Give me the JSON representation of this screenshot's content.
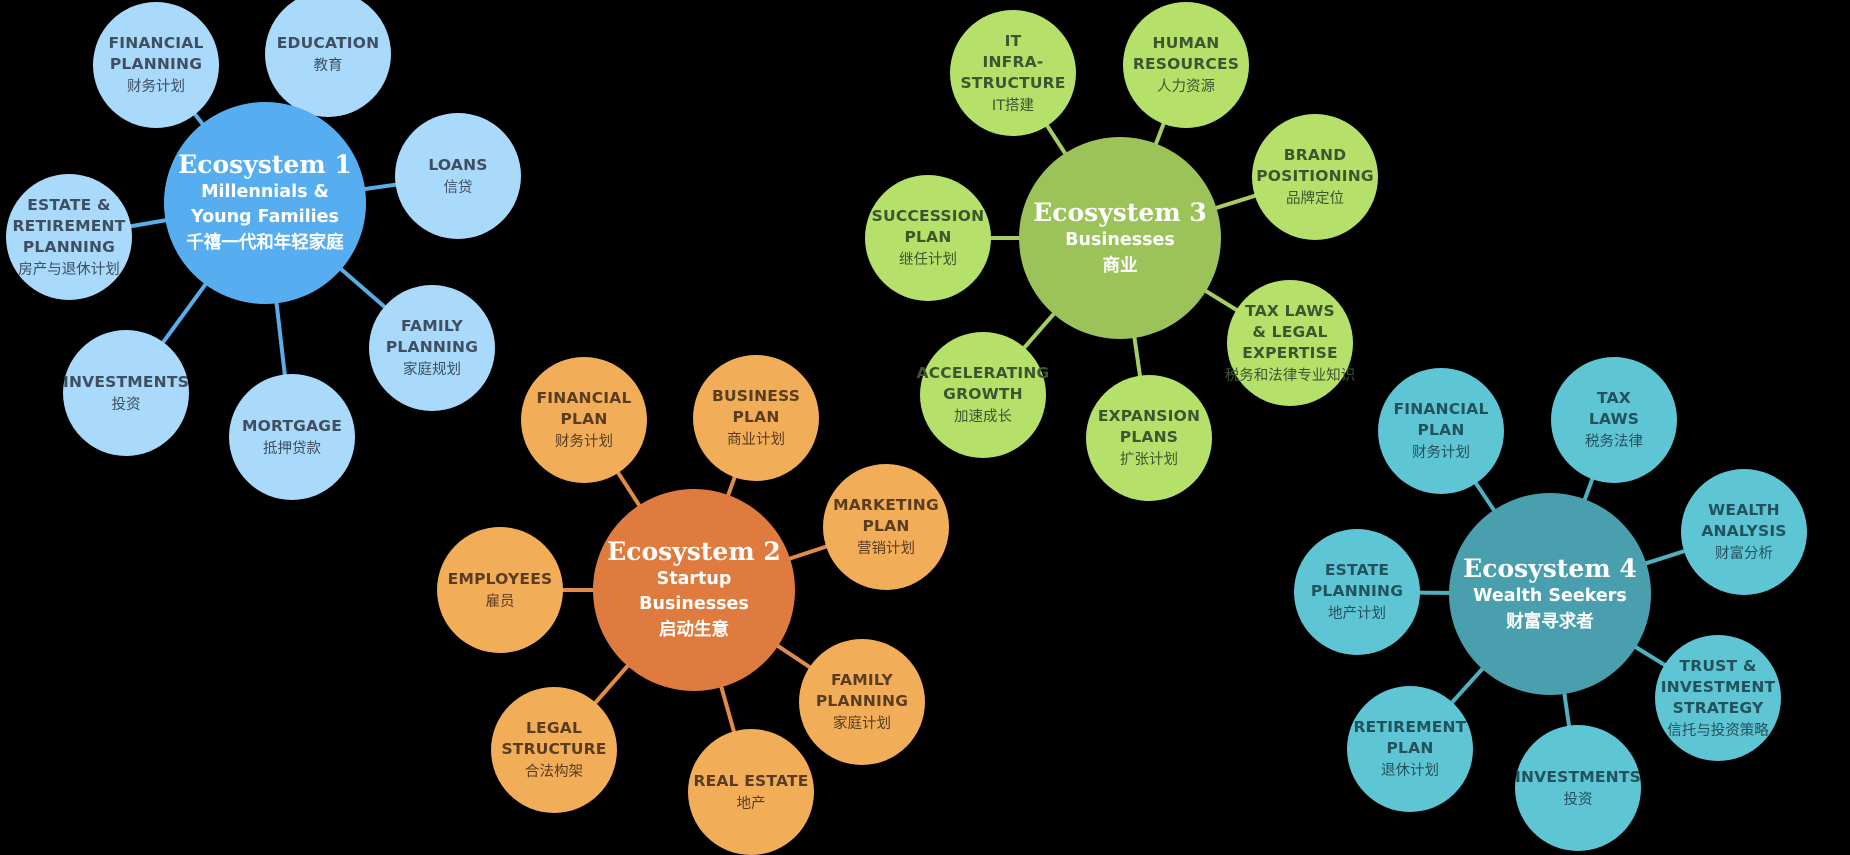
{
  "colors": {
    "background": "#000000",
    "ecosystem_1": {
      "hub": "#56aef0",
      "leaf": "#a9d9fb",
      "link": "#5aaee8"
    },
    "ecosystem_2": {
      "hub": "#df7b3e",
      "leaf": "#f2ad58",
      "link": "#e08c48"
    },
    "ecosystem_3": {
      "hub": "#9bc35a",
      "leaf": "#b5e16a",
      "link": "#a7cd64"
    },
    "ecosystem_4": {
      "hub": "#4a9fae",
      "leaf": "#5ec5d5",
      "link": "#4fb0c0"
    }
  },
  "ecosystems": [
    {
      "hub": {
        "title": "Ecosystem 1",
        "subtitle": "Millennials &\nYoung Families",
        "subtitle_zh": "千禧一代和年轻家庭"
      },
      "nodes": [
        {
          "en": "FINANCIAL\nPLANNING",
          "zh": "财务计划"
        },
        {
          "en": "EDUCATION",
          "zh": "教育"
        },
        {
          "en": "LOANS",
          "zh": "信贷"
        },
        {
          "en": "FAMILY\nPLANNING",
          "zh": "家庭规划"
        },
        {
          "en": "MORTGAGE",
          "zh": "抵押贷款"
        },
        {
          "en": "INVESTMENTS",
          "zh": "投资"
        },
        {
          "en": "ESTATE &\nRETIREMENT\nPLANNING",
          "zh": "房产与退休计划"
        }
      ]
    },
    {
      "hub": {
        "title": "Ecosystem 2",
        "subtitle": "Startup\nBusinesses",
        "subtitle_zh": "启动生意"
      },
      "nodes": [
        {
          "en": "FINANCIAL\nPLAN",
          "zh": "财务计划"
        },
        {
          "en": "BUSINESS\nPLAN",
          "zh": "商业计划"
        },
        {
          "en": "MARKETING\nPLAN",
          "zh": "营销计划"
        },
        {
          "en": "FAMILY\nPLANNING",
          "zh": "家庭计划"
        },
        {
          "en": "REAL ESTATE",
          "zh": "地产"
        },
        {
          "en": "LEGAL\nSTRUCTURE",
          "zh": "合法构架"
        },
        {
          "en": "EMPLOYEES",
          "zh": "雇员"
        }
      ]
    },
    {
      "hub": {
        "title": "Ecosystem 3",
        "subtitle": "Businesses",
        "subtitle_zh": "商业"
      },
      "nodes": [
        {
          "en": "IT\nINFRA-\nSTRUCTURE",
          "zh": "IT搭建"
        },
        {
          "en": "HUMAN\nRESOURCES",
          "zh": "人力资源"
        },
        {
          "en": "BRAND\nPOSITIONING",
          "zh": "品牌定位"
        },
        {
          "en": "TAX LAWS\n& LEGAL\nEXPERTISE",
          "zh": "税务和法律专业知识"
        },
        {
          "en": "EXPANSION\nPLANS",
          "zh": "扩张计划"
        },
        {
          "en": "ACCELERATING\nGROWTH",
          "zh": "加速成长"
        },
        {
          "en": "SUCCESSION\nPLAN",
          "zh": "继任计划"
        }
      ]
    },
    {
      "hub": {
        "title": "Ecosystem 4",
        "subtitle": "Wealth Seekers",
        "subtitle_zh": "财富寻求者"
      },
      "nodes": [
        {
          "en": "FINANCIAL\nPLAN",
          "zh": "财务计划"
        },
        {
          "en": "TAX\nLAWS",
          "zh": "税务法律"
        },
        {
          "en": "WEALTH\nANALYSIS",
          "zh": "财富分析"
        },
        {
          "en": "TRUST &\nINVESTMENT\nSTRATEGY",
          "zh": "信托与投资策略"
        },
        {
          "en": "INVESTMENTS",
          "zh": "投资"
        },
        {
          "en": "RETIREMENT\nPLAN",
          "zh": "退休计划"
        },
        {
          "en": "ESTATE\nPLANNING",
          "zh": "地产计划"
        }
      ]
    }
  ]
}
